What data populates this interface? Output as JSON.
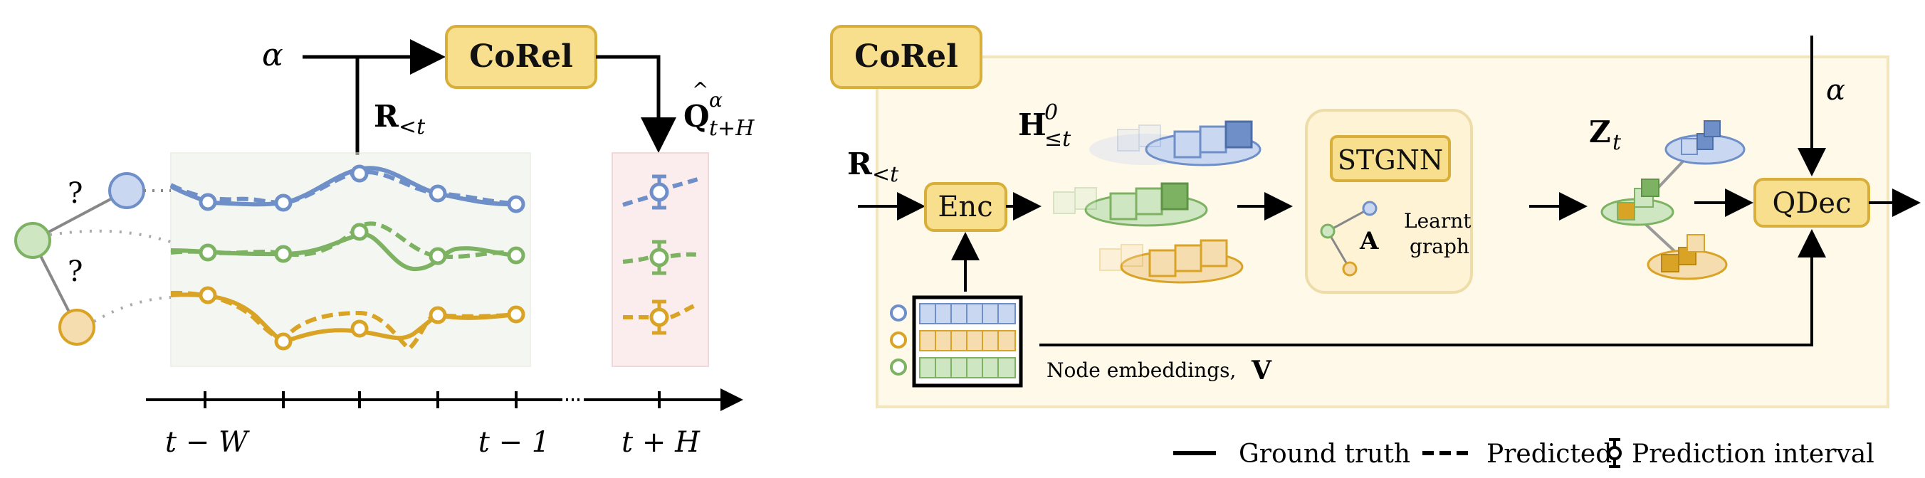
{
  "colors": {
    "blue": "#6F8FC9",
    "blue_fill": "#C9D7F0",
    "green": "#7DB263",
    "green_fill": "#CFE6C2",
    "orange": "#D9A326",
    "orange_fill": "#F6DDB0",
    "corel_fill": "#F8DF8E",
    "corel_border": "#D9AF3C",
    "panel_fill": "#FFF9EA",
    "panel_border": "#F3E6BD"
  },
  "left": {
    "alpha": "α",
    "corel_label": "CoRel",
    "r_label": "R",
    "r_sub": "<t",
    "q_label": "Q",
    "q_sup": "α",
    "q_sub": "t+H",
    "question_marks": [
      "?",
      "?"
    ],
    "axis_labels": [
      "t − W",
      "t − 1",
      "t + H"
    ]
  },
  "right": {
    "corel_label": "CoRel",
    "r_label": "R",
    "r_sub": "<t",
    "enc_label": "Enc",
    "h_label": "H",
    "h_sup": "0",
    "h_sub": "≤t",
    "stgnn_label": "STGNN",
    "a_label": "A",
    "learnt_graph": [
      "Learnt",
      "graph"
    ],
    "z_label": "Z",
    "z_sub": "t",
    "alpha": "α",
    "qdec_label": "QDec",
    "node_embeddings_text": "Node embeddings, ",
    "node_embeddings_symbol": "V"
  },
  "legend": {
    "ground_truth": "Ground truth",
    "predicted": "Predicted",
    "prediction_interval": "Prediction interval"
  }
}
